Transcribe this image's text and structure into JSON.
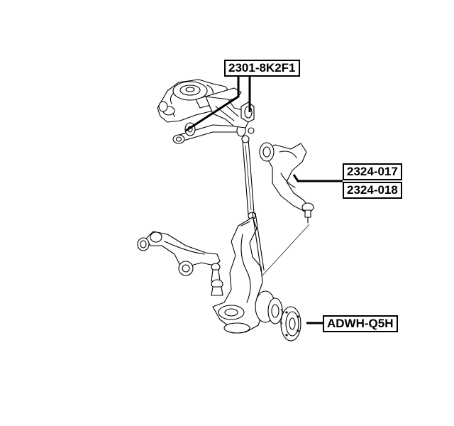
{
  "callouts": {
    "upper_mount": "2301-8K2F1",
    "lower_arm_left": "2324-017",
    "lower_arm_right": "2324-018",
    "wheel_hub": "ADWH-Q5H"
  },
  "colors": {
    "line": "#000000",
    "background": "#ffffff"
  }
}
